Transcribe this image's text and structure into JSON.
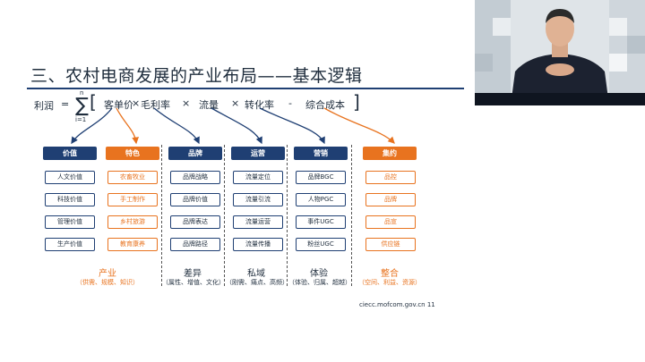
{
  "slide": {
    "title": "三、农村电商发展的产业布局——基本逻辑",
    "formula": {
      "lhs": "利润",
      "equals": "=",
      "sigma": "∑",
      "sigma_upper": "n",
      "sigma_lower": "i=1",
      "open_bracket": "[",
      "close_bracket": "]",
      "terms": [
        "客单价",
        "×",
        "毛利率",
        "×",
        "流量",
        "×",
        "转化率",
        "-",
        "综合成本"
      ]
    },
    "columns": [
      {
        "header": "价值",
        "color": "blue",
        "items": [
          "人文价值",
          "科技价值",
          "管理价值",
          "生产价值"
        ]
      },
      {
        "header": "特色",
        "color": "orange",
        "items": [
          "农畜牧业",
          "手工制作",
          "乡村旅游",
          "教育康养"
        ]
      },
      {
        "header": "品牌",
        "color": "blue",
        "items": [
          "品牌战略",
          "品牌价值",
          "品牌表达",
          "品牌路径"
        ]
      },
      {
        "header": "运营",
        "color": "blue",
        "items": [
          "流量定位",
          "流量引流",
          "流量运营",
          "流量传播"
        ]
      },
      {
        "header": "营销",
        "color": "blue",
        "items": [
          "品牌BGC",
          "人物PGC",
          "事件UGC",
          "粉丝UGC"
        ]
      },
      {
        "header": "集约",
        "color": "orange",
        "items": [
          "品控",
          "品牌",
          "品宣",
          "供应链"
        ]
      }
    ],
    "groups": [
      {
        "title": "产业",
        "sub": "（供需、规模、知识）",
        "color": "orange"
      },
      {
        "title": "差异",
        "sub": "（属性、增值、文化）",
        "color": "dark"
      },
      {
        "title": "私域",
        "sub": "（刚需、痛点、高频）",
        "color": "dark"
      },
      {
        "title": "体验",
        "sub": "（体验、归属、超越）",
        "color": "dark"
      },
      {
        "title": "整合",
        "sub": "（空间、利益、资源）",
        "color": "orange"
      }
    ],
    "footer": "ciecc.mofcom.gov.cn  11",
    "colors": {
      "blue": "#1f3f73",
      "orange": "#e8731f",
      "text": "#1f2d3d"
    }
  },
  "webcam": {
    "description_icon": "presenter-video-feed"
  }
}
